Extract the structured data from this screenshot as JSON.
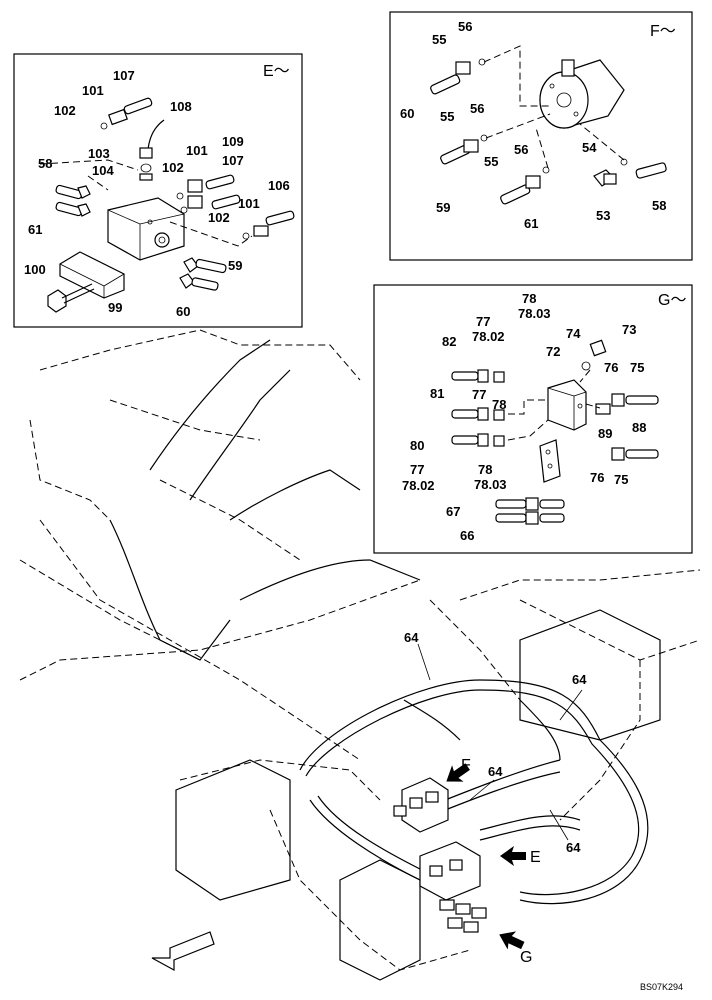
{
  "panels": {
    "e": {
      "title": "E～",
      "labels": [
        "107",
        "101",
        "102",
        "108",
        "103",
        "104",
        "101",
        "102",
        "109",
        "107",
        "58",
        "106",
        "61",
        "101",
        "102",
        "59",
        "100",
        "99",
        "60"
      ]
    },
    "f": {
      "title": "F～",
      "labels": [
        "56",
        "55",
        "60",
        "55",
        "56",
        "56",
        "55",
        "54",
        "59",
        "53",
        "58",
        "61"
      ]
    },
    "g": {
      "title": "G～",
      "labels": [
        "78",
        "78.03",
        "77",
        "78.02",
        "82",
        "72",
        "74",
        "73",
        "76",
        "75",
        "81",
        "77",
        "78",
        "89",
        "88",
        "80",
        "77",
        "78.02",
        "78",
        "78.03",
        "76",
        "75",
        "67",
        "66"
      ]
    }
  },
  "main": {
    "labels": [
      "64",
      "64",
      "64",
      "64"
    ],
    "arrows": [
      "F",
      "E",
      "G"
    ]
  },
  "footer": {
    "code": "BS07K294"
  }
}
